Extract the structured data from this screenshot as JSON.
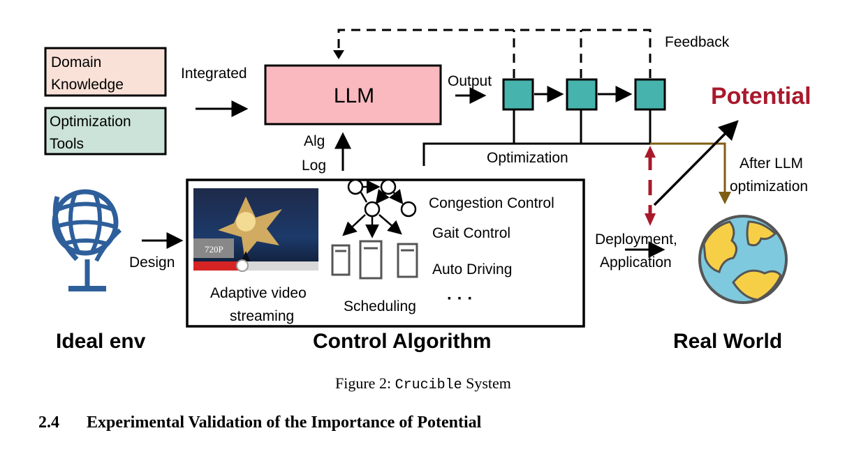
{
  "diagram": {
    "boxes": {
      "domain_knowledge": [
        "Domain",
        "Knowledge"
      ],
      "optimization_tools": [
        "Optimization",
        "Tools"
      ],
      "llm": "LLM"
    },
    "labels": {
      "integrated": "Integrated",
      "output": "Output",
      "feedback": "Feedback",
      "potential": "Potential",
      "alg": "Alg",
      "log": "Log",
      "optimization": "Optimization",
      "after_llm": [
        "After LLM",
        "optimization"
      ],
      "deployment": [
        "Deployment,",
        "Application"
      ],
      "design": "Design",
      "video_quality": "720P",
      "adaptive_video": [
        "Adaptive video",
        "streaming"
      ],
      "congestion_control": "Congestion Control",
      "gait_control": "Gait Control",
      "auto_driving": "Auto Driving",
      "scheduling": "Scheduling",
      "ellipsis": "· · ·",
      "ideal_env": "Ideal env",
      "control_algorithm": "Control Algorithm",
      "real_world": "Real World"
    },
    "colors": {
      "llm_fill": "#f9b9bf",
      "domain_fill": "#f9e1d8",
      "tools_fill": "#cce3d9",
      "node_fill": "#47b3ad",
      "potential": "#a8192c",
      "after_llm_arrow": "#7f5d12",
      "globe_blue": "#2e5f9b",
      "earth_ocean": "#7ec9de",
      "earth_land": "#f7cf47"
    }
  },
  "caption": {
    "prefix": "Figure 2: ",
    "name": "Crucible",
    "suffix": " System"
  },
  "section": {
    "number": "2.4",
    "title": "Experimental Validation of the Importance of Potential"
  }
}
